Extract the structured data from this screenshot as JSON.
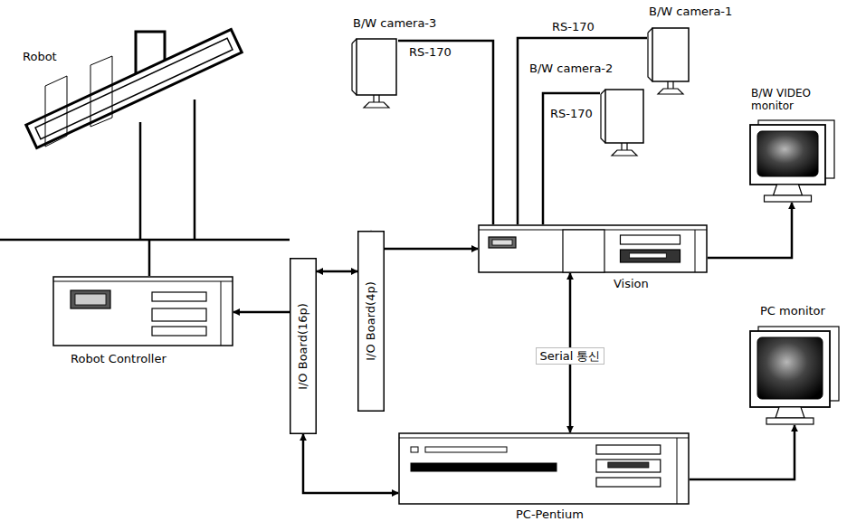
{
  "diagram": {
    "nodes": [
      {
        "text": [
          "Robot"
        ]
      },
      {
        "text": [
          "B/W camera-3"
        ]
      },
      {
        "text": [
          "B/W camera-1"
        ]
      },
      {
        "text": [
          "B/W camera-2"
        ]
      },
      {
        "text": [
          "B/W VIDEO monitor"
        ]
      },
      {
        "text": [
          "Vision"
        ]
      },
      {
        "text": [
          "I/O Board(4p)"
        ]
      },
      {
        "text": [
          "I/O Board(16p)"
        ]
      },
      {
        "text": [
          "Robot Controller"
        ]
      },
      {
        "text": [
          "PC monitor"
        ]
      },
      {
        "text": [
          "PC-Pentium"
        ]
      }
    ],
    "edges": [
      {
        "from": 1,
        "to": 5,
        "label": "RS-170",
        "arrow": "none"
      },
      {
        "from": 2,
        "to": 5,
        "label": "RS-170",
        "arrow": "none"
      },
      {
        "from": 3,
        "to": 5,
        "label": "RS-170",
        "arrow": "none"
      },
      {
        "from": 5,
        "to": 4,
        "arrow": "to"
      },
      {
        "from": 5,
        "to": 6,
        "arrow": "both"
      },
      {
        "from": 7,
        "to": 6,
        "arrow": "both"
      },
      {
        "from": 7,
        "to": 8,
        "arrow": "to"
      },
      {
        "from": 7,
        "to": 10,
        "arrow": "both"
      },
      {
        "from": 5,
        "to": 10,
        "label": "Serial 통신",
        "arrow": "both"
      },
      {
        "from": 10,
        "to": 9,
        "arrow": "to"
      },
      {
        "from": 0,
        "to": 8,
        "arrow": "none"
      }
    ]
  }
}
